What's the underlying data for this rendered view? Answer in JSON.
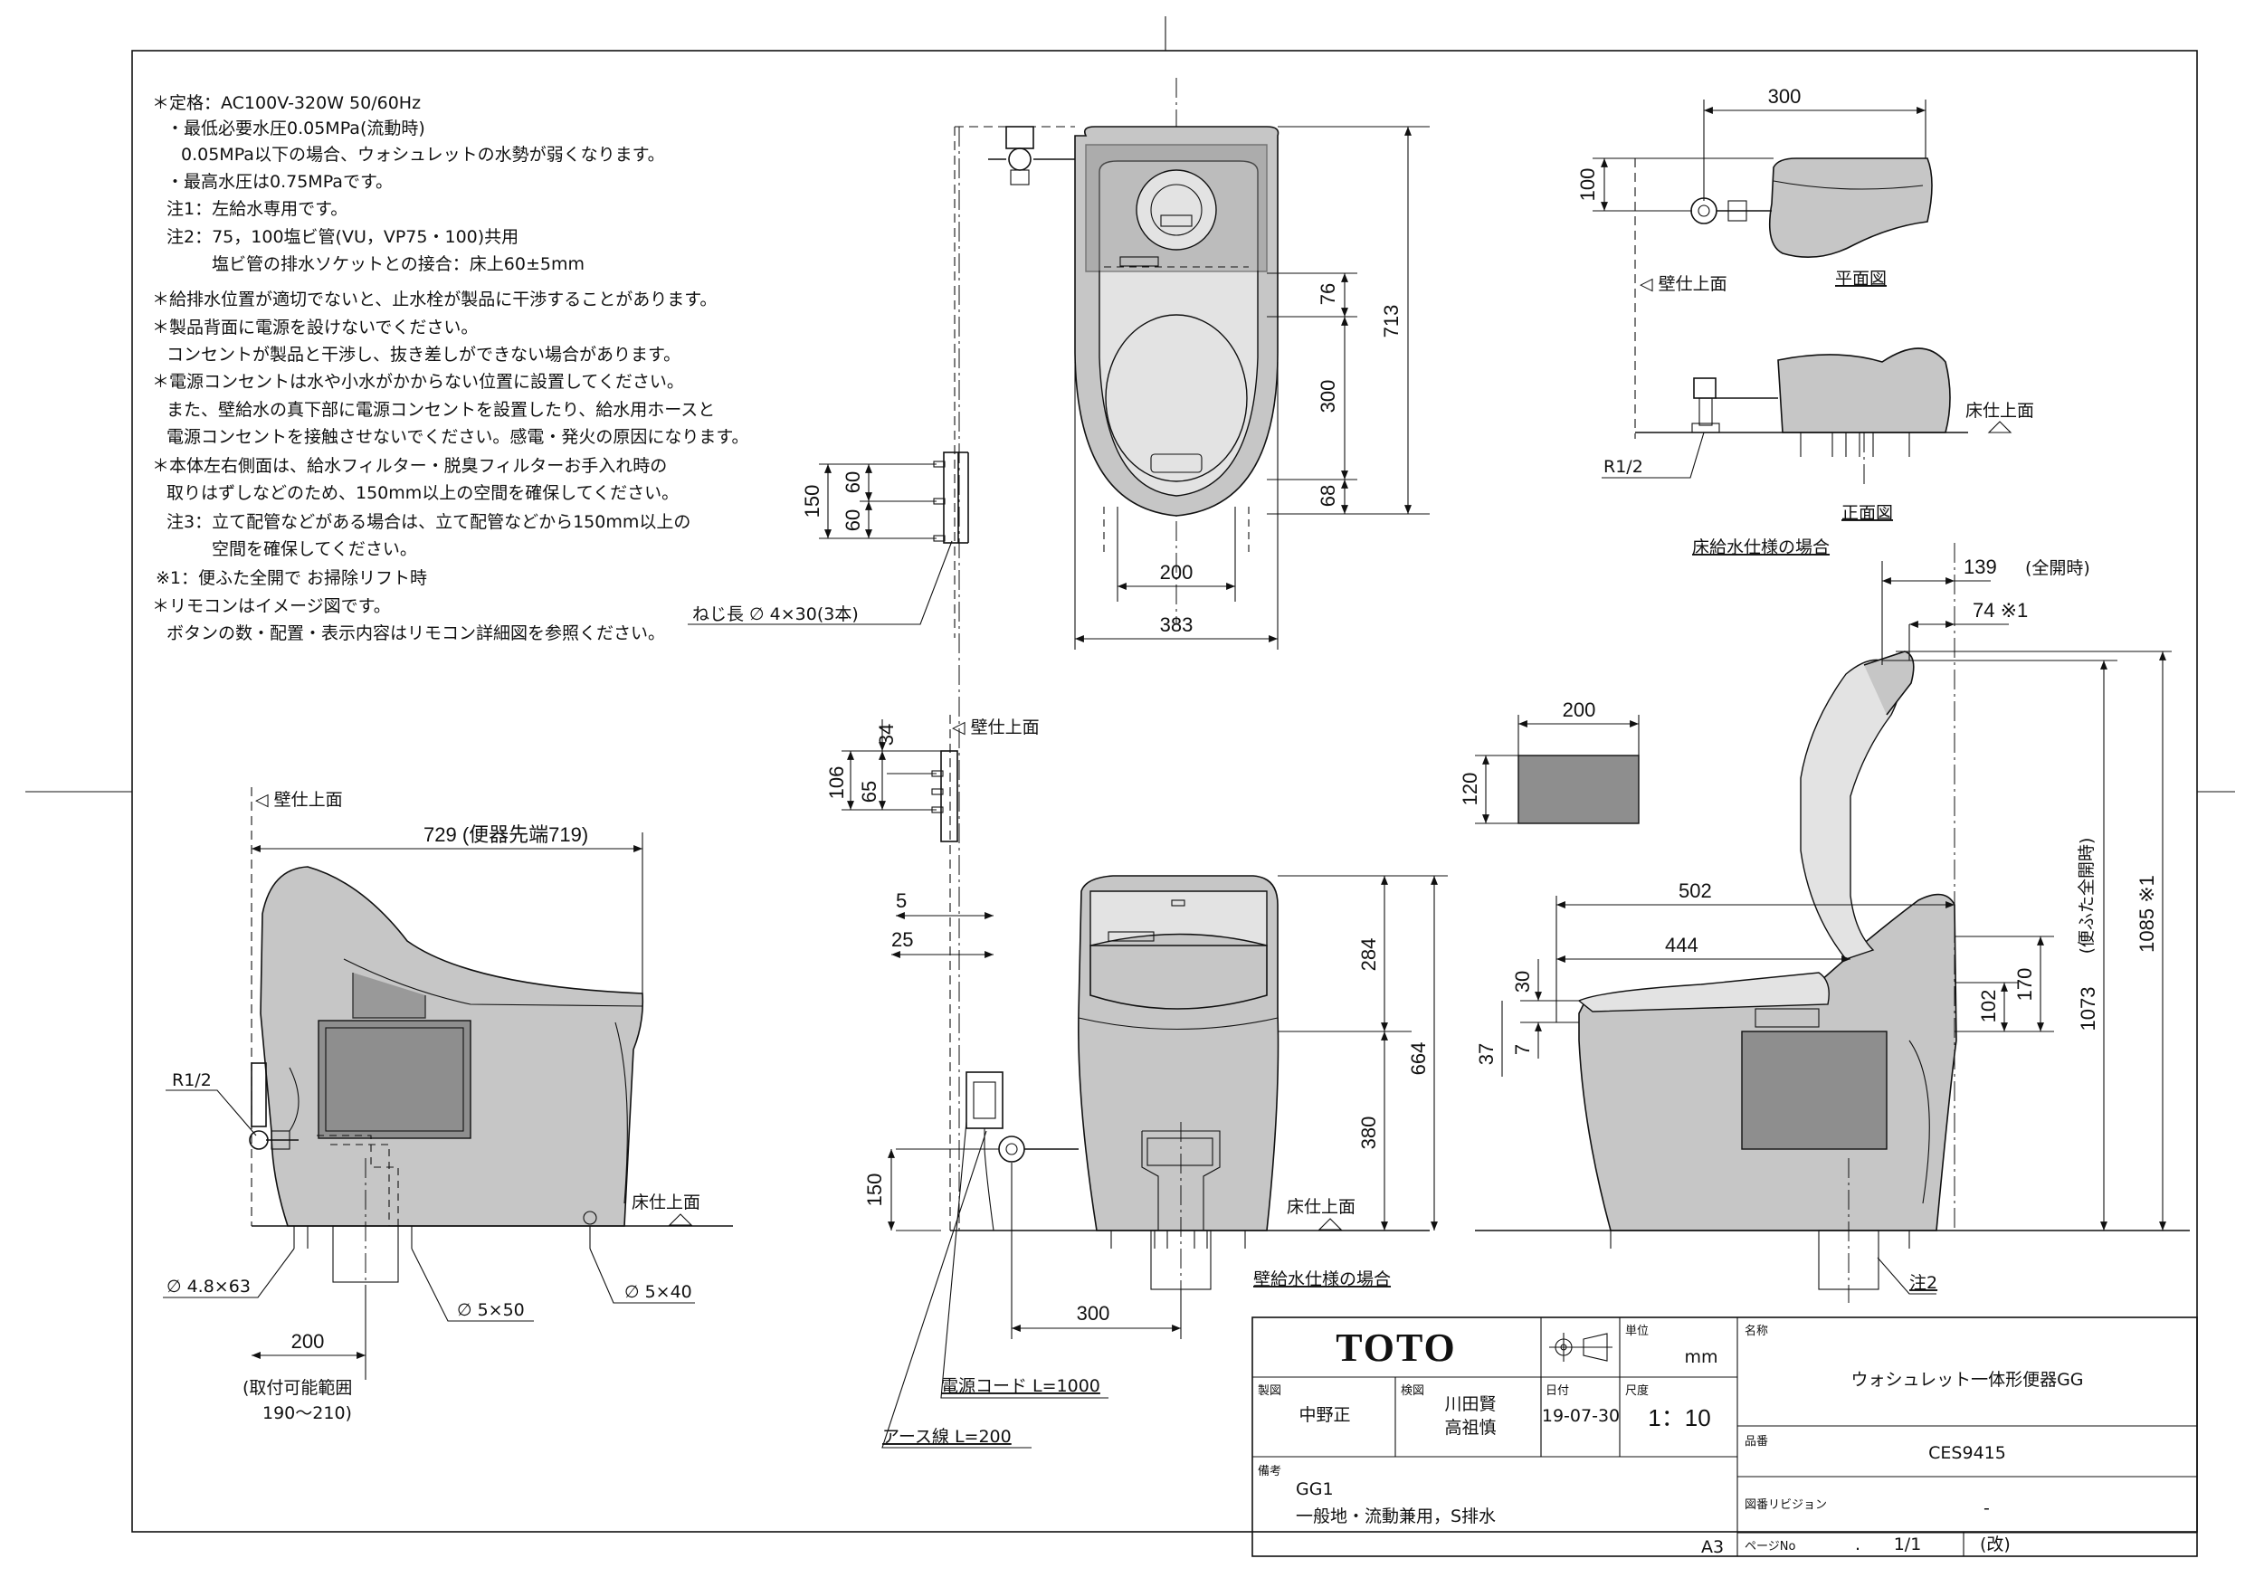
{
  "notes": [
    "＊定格：AC100V-320W 50/60Hz",
    "・最低必要水圧0.05MPa(流動時)",
    "0.05MPa以下の場合、ウォシュレットの水勢が弱くなります。",
    "・最高水圧は0.75MPaです。",
    "注1：左給水専用です。",
    "注2：75，100塩ビ管(VU，VP75・100)共用",
    "塩ビ管の排水ソケットとの接合：床上60±5mm",
    "＊給排水位置が適切でないと、止水栓が製品に干渉することがあります。",
    "＊製品背面に電源を設けないでください。",
    "コンセントが製品と干渉し、抜き差しができない場合があります。",
    "＊電源コンセントは水や小水がかからない位置に設置してください。",
    "また、壁給水の真下部に電源コンセントを設置したり、給水用ホースと",
    "電源コンセントを接触させないでください。感電・発火の原因になります。",
    "＊本体左右側面は、給水フィルター・脱臭フィルターお手入れ時の",
    "取りはずしなどのため、150mm以上の空間を確保してください。",
    "注3：立て配管などがある場合は、立て配管などから150mm以上の",
    "空間を確保してください。",
    "※1：便ふた全開で お掃除リフト時",
    "＊リモコンはイメージ図です。",
    "ボタンの数・配置・表示内容はリモコン詳細図を参照ください。"
  ],
  "labels": {
    "wall_face": "◁ 壁仕上面",
    "floor_face": "床仕上面",
    "plan_view": "平面図",
    "front_view": "正面図",
    "floor_supply_case": "床給水仕様の場合",
    "wall_supply_case": "壁給水仕様の場合",
    "screw_length": "ねじ長 ∅ 4×30(3本)",
    "r12": "R1/2",
    "power_cord": "電源コード L=1000",
    "earth_wire": "アース線 L=200",
    "note2": "注2",
    "mount_range": "(取付可能範囲",
    "mount_range_values": "190〜210)",
    "hole_48": "∅ 4.8×63",
    "hole_550": "∅ 5×50",
    "hole_540": "∅ 5×40",
    "full_open": "(全開時)",
    "lid_full_open": "(便ふた全開時)",
    "dim_729": "729 (便器先端719)",
    "a3": "A3"
  },
  "dims": {
    "top_76": "76",
    "top_300": "300",
    "top_68": "68",
    "top_713": "713",
    "top_200": "200",
    "top_383": "383",
    "remote_150": "150",
    "remote_60a": "60",
    "remote_60b": "60",
    "plan_300": "300",
    "plan_100": "100",
    "rc_34": "34",
    "rc_65": "65",
    "rc_106": "106",
    "f_5": "5",
    "f_25": "25",
    "f_284": "284",
    "f_380": "380",
    "f_664": "664",
    "f_150": "150",
    "f_300": "300",
    "s_200w": "200",
    "s_120": "120",
    "r_139": "139",
    "r_74": "74 ※1",
    "r_502": "502",
    "r_444": "444",
    "r_30": "30",
    "r_37": "37",
    "r_7": "7",
    "r_102": "102",
    "r_170": "170",
    "r_1073": "1073",
    "r_1085": "1085 ※1",
    "l_200": "200"
  },
  "title_block": {
    "logo": "TOTO",
    "unit_label": "単位",
    "unit": "mm",
    "name_label": "名称",
    "product_name": "ウォシュレット一体形便器GG",
    "drafter_label": "製図",
    "drafter": "中野正",
    "checker_label": "検図",
    "checker1": "川田賢",
    "checker2": "高祖慎",
    "date_label": "日付",
    "date": "19-07-30",
    "scale_label": "尺度",
    "scale": "1：10",
    "part_label": "品番",
    "part_no": "CES9415",
    "remarks_label": "備考",
    "remark1": "GG1",
    "remark2": "一般地・流動兼用，S排水",
    "revision_label": "図番リビジョン",
    "revision": "-",
    "page_label": "ページNo",
    "page_dot": ".",
    "page": "1/1",
    "edition": "(改)"
  }
}
